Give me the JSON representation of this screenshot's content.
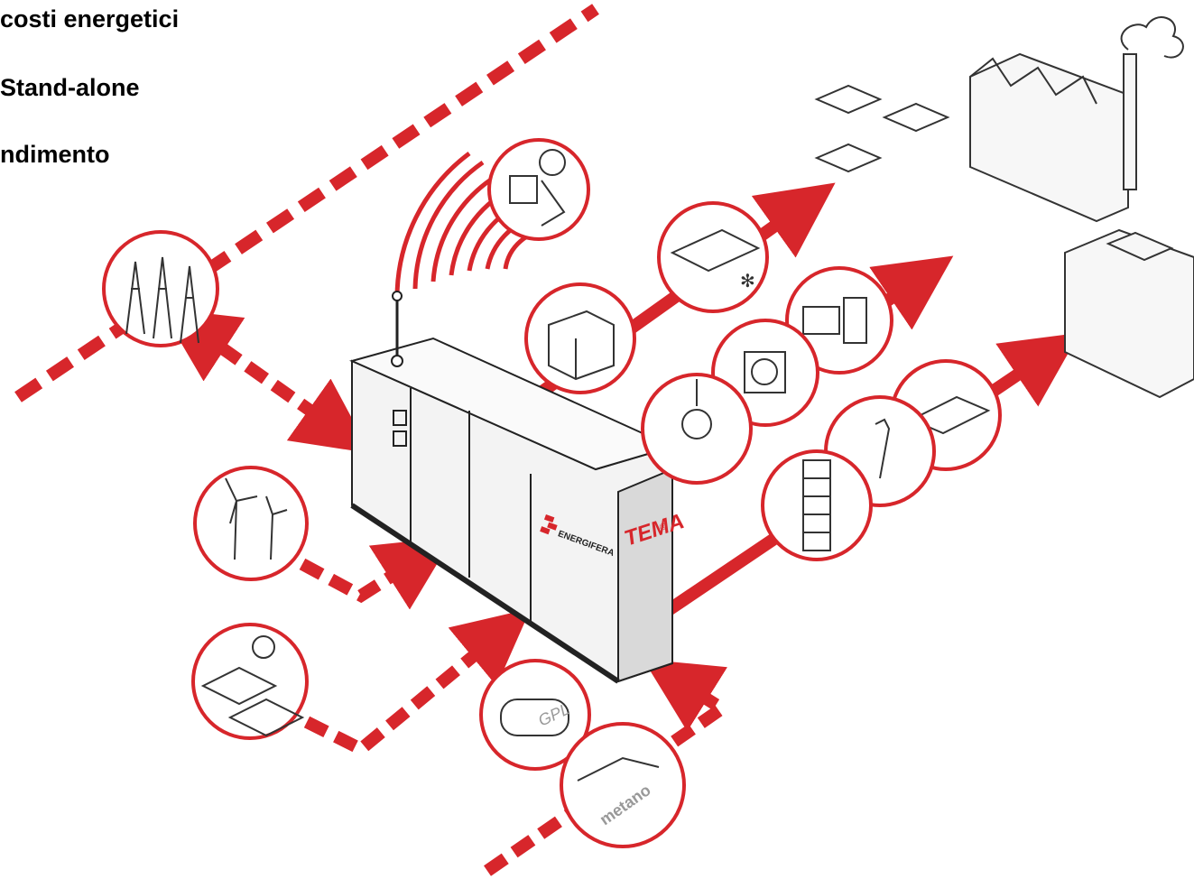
{
  "headlines": [
    "costi energetici",
    "Stand-alone",
    "ndimento"
  ],
  "unit": {
    "brand_text": "ENERGIFERA",
    "model_text": "TEMA",
    "trademark": "®"
  },
  "sources": {
    "gpl_label": "GPL",
    "metano_label": "metano"
  },
  "colors": {
    "accent": "#d7262b",
    "line": "#222222",
    "panel": "#f3f3f3",
    "panel_shadow": "#d9d9d9"
  }
}
